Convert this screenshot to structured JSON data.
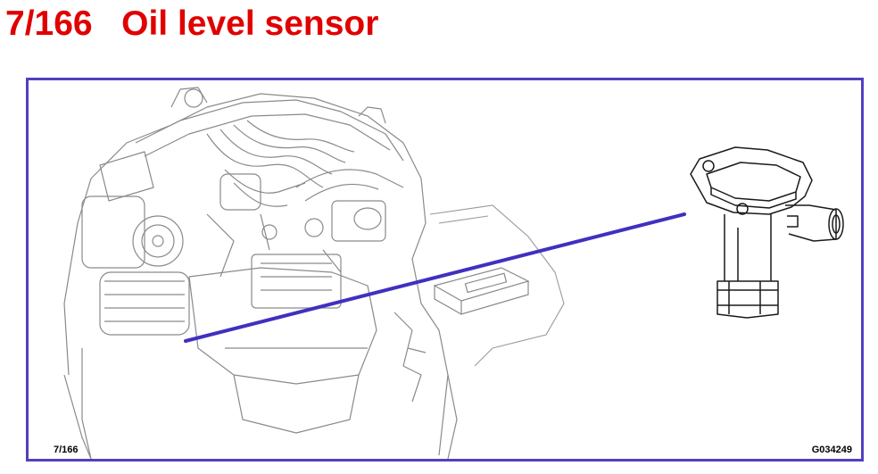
{
  "title": {
    "code": "7/166",
    "name": "Oil level sensor"
  },
  "figure": {
    "page_ref": "7/166",
    "figure_id": "G034249"
  },
  "colors": {
    "title": "#e00000",
    "frame": "#5040c0",
    "leader": "#4030c0",
    "line_art": "#8a8a8a"
  }
}
